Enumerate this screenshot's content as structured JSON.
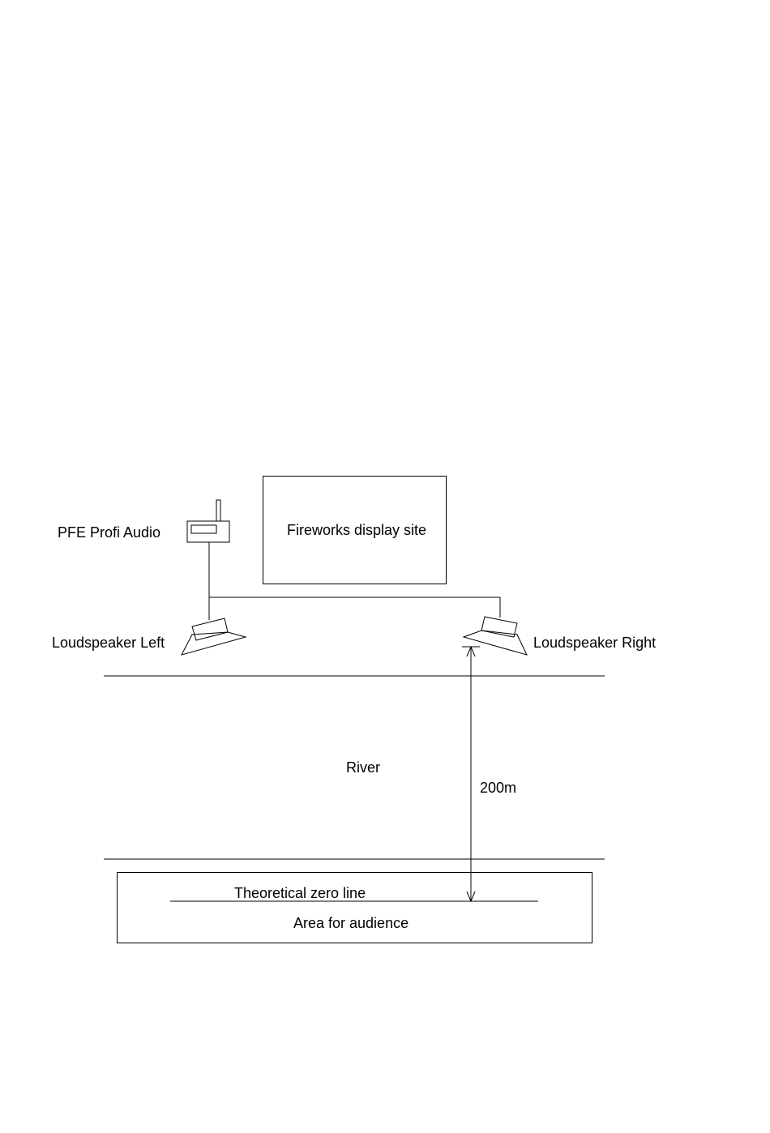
{
  "labels": {
    "receiver": "PFE Profi Audio",
    "display_site": "Fireworks display site",
    "speaker_left": "Loudspeaker Left",
    "speaker_right": "Loudspeaker Right",
    "river": "River",
    "distance": "200m",
    "zero_line": "Theoretical zero line",
    "audience_area": "Area for audience"
  },
  "icons": {
    "receiver": "radio-receiver-icon",
    "speaker_left": "loudspeaker-icon",
    "speaker_right": "loudspeaker-icon"
  },
  "colors": {
    "stroke": "#000000",
    "background": "#ffffff"
  }
}
